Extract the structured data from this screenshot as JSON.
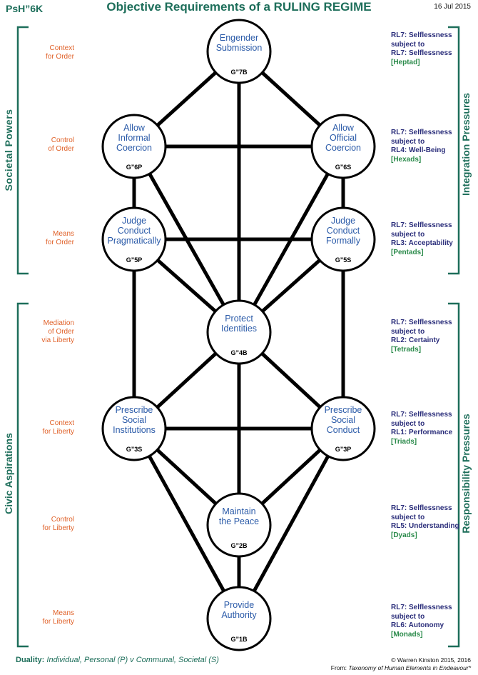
{
  "header": {
    "code": "PsH”6K",
    "title": "Objective Requirements of a RULING REGIME",
    "date": "16 Jul 2015"
  },
  "side_titles": {
    "left_top": "Societal  Powers",
    "left_bottom": "Civic  Aspirations",
    "right_top": "Integration  Pressures",
    "right_bottom": "Responsibility  Pressures"
  },
  "row_labels": [
    {
      "line1": "Context",
      "line2": "for Order"
    },
    {
      "line1": "Control",
      "line2": "of Order"
    },
    {
      "line1": "Means",
      "line2": "for Order"
    },
    {
      "line1": "Mediation",
      "line2": "of Order",
      "line3": "via Liberty"
    },
    {
      "line1": "Context",
      "line2": "for Liberty"
    },
    {
      "line1": "Control",
      "line2": "for Liberty"
    },
    {
      "line1": "Means",
      "line2": "for Liberty"
    }
  ],
  "nodes": [
    {
      "id": "g7b",
      "lines": [
        "Engender",
        "Submission"
      ],
      "code": "G”7B"
    },
    {
      "id": "g6p",
      "lines": [
        "Allow",
        "Informal",
        "Coercion"
      ],
      "code": "G”6P"
    },
    {
      "id": "g6s",
      "lines": [
        "Allow",
        "Official",
        "Coercion"
      ],
      "code": "G”6S"
    },
    {
      "id": "g5p",
      "lines": [
        "Judge",
        "Conduct",
        "Pragmatically"
      ],
      "code": "G”5P"
    },
    {
      "id": "g5s",
      "lines": [
        "Judge",
        "Conduct",
        "Formally"
      ],
      "code": "G”5S"
    },
    {
      "id": "g4b",
      "lines": [
        "Protect",
        "Identities"
      ],
      "code": "G”4B"
    },
    {
      "id": "g3s",
      "lines": [
        "Prescribe",
        "Social",
        "Institutions"
      ],
      "code": "G”3S"
    },
    {
      "id": "g3p",
      "lines": [
        "Prescribe",
        "Social",
        "Conduct"
      ],
      "code": "G”3P"
    },
    {
      "id": "g2b",
      "lines": [
        "Maintain",
        "the Peace"
      ],
      "code": "G”2B"
    },
    {
      "id": "g1b",
      "lines": [
        "Provide",
        "Authority"
      ],
      "code": "G”1B"
    }
  ],
  "right_labels": [
    {
      "a": "RL7:  Selflessness",
      "b": "subject to",
      "c": "RL7:  Selflessness",
      "d": "[Heptad]"
    },
    {
      "a": "RL7:  Selflessness",
      "b": "subject to",
      "c": "RL4:  Well-Being",
      "d": "[Hexads]"
    },
    {
      "a": "RL7:  Selflessness",
      "b": "subject to",
      "c": "RL3:  Acceptability",
      "d": "[Pentads]"
    },
    {
      "a": "RL7:  Selflessness",
      "b": "subject to",
      "c": "RL2:  Certainty",
      "d": "[Tetrads]"
    },
    {
      "a": "RL7:  Selflessness",
      "b": "subject to",
      "c": "RL1:  Performance",
      "d": "[Triads]"
    },
    {
      "a": "RL7:  Selflessness",
      "b": "subject to",
      "c": "RL5:  Understanding",
      "d": "[Dyads]"
    },
    {
      "a": "RL7:  Selflessness",
      "b": "subject to",
      "c": "RL6:  Autonomy",
      "d": "[Monads]"
    }
  ],
  "footer": {
    "duality_label": "Duality:",
    "duality_text": "Individual, Personal (P)  v  Communal, Societal (S)",
    "copyright": "© Warren Kinston 2015, 2016",
    "source_prefix": "From:",
    "source_title": "Taxonomy of Human Elements in Endeavour*"
  },
  "colors": {
    "accent": "#1d6e5a",
    "node_text": "#2a5aa8",
    "row_label": "#e0622a",
    "rl_text": "#2a2d7a",
    "rl_group": "#2a8a4a"
  }
}
